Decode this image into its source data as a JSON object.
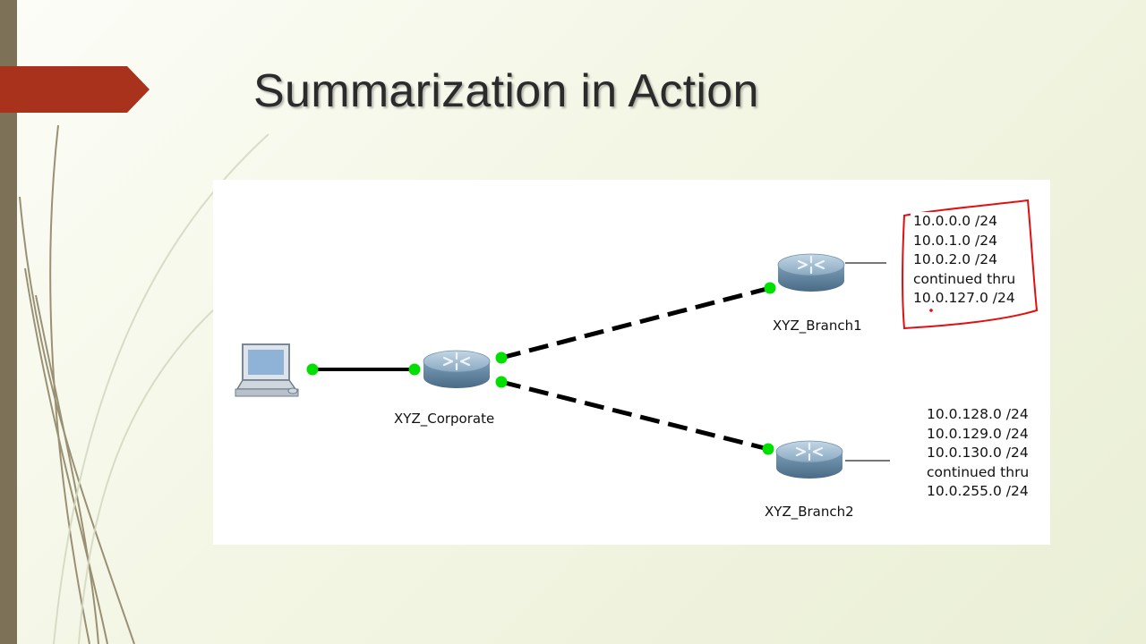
{
  "slide": {
    "title": "Summarization in Action",
    "accent_color": "#a8321c",
    "sidebar_color": "#7d7257"
  },
  "diagram": {
    "devices": [
      {
        "id": "pc",
        "type": "pc-icon",
        "label": ""
      },
      {
        "id": "corporate",
        "type": "router-icon",
        "label": "XYZ_Corporate"
      },
      {
        "id": "branch1",
        "type": "router-icon",
        "label": "XYZ_Branch1"
      },
      {
        "id": "branch2",
        "type": "router-icon",
        "label": "XYZ_Branch2"
      }
    ],
    "links": [
      {
        "from": "pc",
        "to": "corporate",
        "style": "solid"
      },
      {
        "from": "corporate",
        "to": "branch1",
        "style": "dashed"
      },
      {
        "from": "corporate",
        "to": "branch2",
        "style": "dashed"
      }
    ],
    "link_status_color": "#00e000",
    "branch1_routes": [
      "10.0.0.0 /24",
      "10.0.1.0 /24",
      "10.0.2.0 /24",
      "continued thru",
      "10.0.127.0 /24"
    ],
    "branch2_routes": [
      "10.0.128.0 /24",
      "10.0.129.0 /24",
      "10.0.130.0 /24",
      "continued thru",
      "10.0.255.0 /24"
    ],
    "highlight_color": "#e01010"
  }
}
